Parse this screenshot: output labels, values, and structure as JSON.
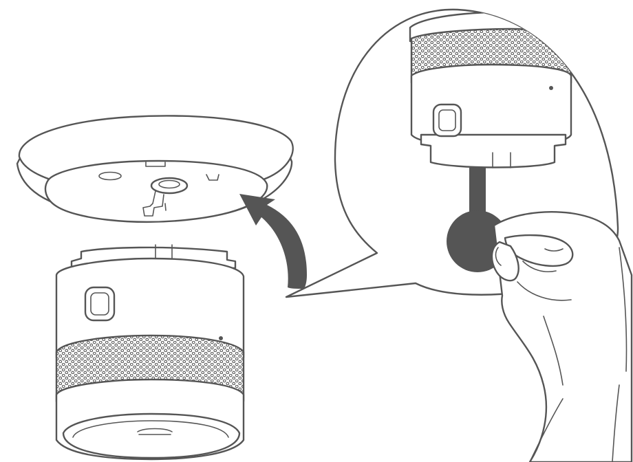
{
  "figure": {
    "kind": "installation-illustration",
    "colors": {
      "line": "#555555",
      "fill": "#ffffff"
    },
    "parts": [
      "mounting-base",
      "smoke-detector",
      "curved-arrow",
      "zoom-callout",
      "pull-tab",
      "hand"
    ]
  }
}
